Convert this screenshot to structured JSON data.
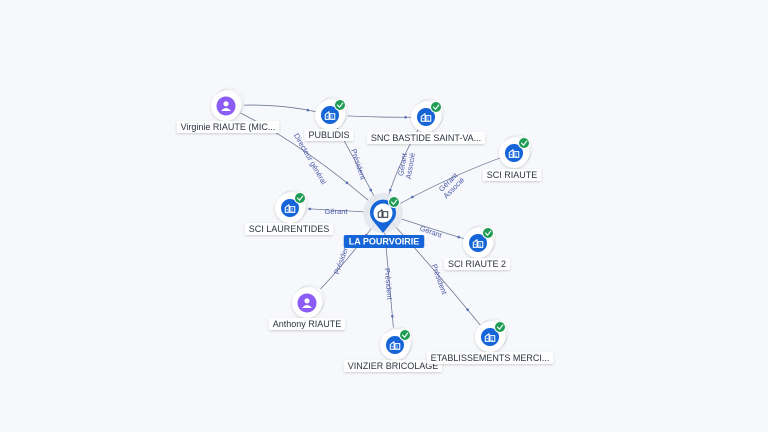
{
  "center": {
    "label": "LA POURVOIRIE",
    "kind": "company",
    "verified": true
  },
  "nodes": [
    {
      "id": "virginie",
      "label": "Virginie RIAUTE (MIC...",
      "kind": "person",
      "verified": false
    },
    {
      "id": "publidis",
      "label": "PUBLIDIS",
      "kind": "company",
      "verified": true
    },
    {
      "id": "snc",
      "label": "SNC BASTIDE SAINT-VA...",
      "kind": "company",
      "verified": true
    },
    {
      "id": "sciriaute",
      "label": "SCI RIAUTE",
      "kind": "company",
      "verified": true
    },
    {
      "id": "scilaurentides",
      "label": "SCI LAURENTIDES",
      "kind": "company",
      "verified": true
    },
    {
      "id": "sciriaute2",
      "label": "SCI RIAUTE 2",
      "kind": "company",
      "verified": true
    },
    {
      "id": "anthony",
      "label": "Anthony RIAUTE",
      "kind": "person",
      "verified": false
    },
    {
      "id": "vinzier",
      "label": "VINZIER BRICOLAGE",
      "kind": "company",
      "verified": true
    },
    {
      "id": "etablissements",
      "label": "ETABLISSEMENTS MERCI...",
      "kind": "company",
      "verified": true
    }
  ],
  "edges": [
    {
      "from": "virginie",
      "to": "center",
      "label": "Directeur général"
    },
    {
      "from": "publidis",
      "to": "center",
      "label": "Président"
    },
    {
      "from": "snc",
      "to": "center",
      "label": "Gérant\nAssocié"
    },
    {
      "from": "sciriaute",
      "to": "center",
      "label": "Gérant\nAssocié"
    },
    {
      "from": "center",
      "to": "scilaurentides",
      "label": "Gérant"
    },
    {
      "from": "center",
      "to": "sciriaute2",
      "label": "Gérant"
    },
    {
      "from": "anthony",
      "to": "center",
      "label": "Président"
    },
    {
      "from": "center",
      "to": "vinzier",
      "label": "Président"
    },
    {
      "from": "center",
      "to": "etablissements",
      "label": "Président"
    },
    {
      "from": "virginie",
      "to": "publidis",
      "label": ""
    },
    {
      "from": "publidis",
      "to": "snc",
      "label": ""
    }
  ],
  "colors": {
    "company_badge": "#1565d8",
    "person_badge": "#8b5cf6",
    "verified": "#1f9d55",
    "edge": "#6f7a96",
    "edge_label": "#4a5aa8",
    "center_pill": "#1565d8"
  },
  "icons": {
    "company": "building-icon",
    "person": "person-icon",
    "verified": "check-badge-icon"
  }
}
